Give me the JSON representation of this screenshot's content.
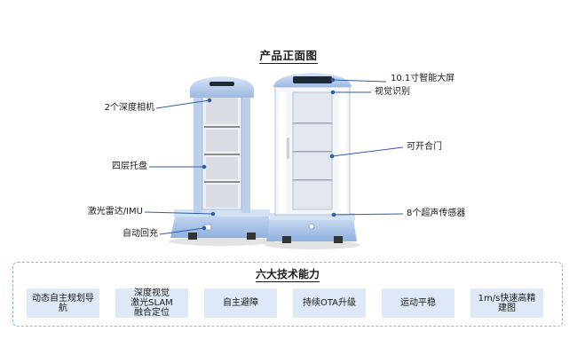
{
  "title": "产品正面图",
  "callouts_left": [
    {
      "id": "depth-camera",
      "label": "2个深度相机"
    },
    {
      "id": "tray",
      "label": "四层托盘"
    },
    {
      "id": "lidar",
      "label": "激光雷达/IMU"
    },
    {
      "id": "auto-charge",
      "label": "自动回充"
    }
  ],
  "callouts_right": [
    {
      "id": "screen",
      "label": "10.1寸智能大屏"
    },
    {
      "id": "vision",
      "label": "视觉识别"
    },
    {
      "id": "door",
      "label": "可开合门"
    },
    {
      "id": "ultrasonic",
      "label": "8个超声传感器"
    }
  ],
  "capabilities": {
    "title": "六大技术能力",
    "items": [
      "动态自主规划导航",
      "深度视觉\n激光SLAM\n融合定位",
      "自主避障",
      "持续OTA升级",
      "运动平稳",
      "1m/s快速高精建图"
    ]
  },
  "colors": {
    "accent": "#2b5ea8",
    "card_bg": "#dfe8f6",
    "panel_border": "#8fb6e0",
    "robot_blue": "#a8c3e6"
  }
}
